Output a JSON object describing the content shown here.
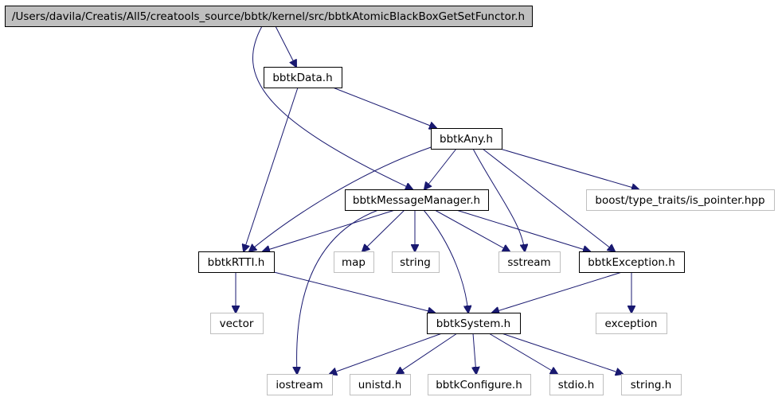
{
  "graph": {
    "colors": {
      "edge": "#191970",
      "root_fill": "#bfbfbf",
      "root_border": "#000000",
      "documented_border": "#000000",
      "external_border": "#bfbfbf",
      "text": "#000000"
    },
    "nodes": [
      {
        "id": "root",
        "label": "/Users/davila/Creatis/All5/creatools_source/bbtk/kernel/src/bbtkAtomicBlackBoxGetSetFunctor.h",
        "kind": "root"
      },
      {
        "id": "data",
        "label": "bbtkData.h",
        "kind": "documented"
      },
      {
        "id": "any",
        "label": "bbtkAny.h",
        "kind": "documented"
      },
      {
        "id": "msg",
        "label": "bbtkMessageManager.h",
        "kind": "documented"
      },
      {
        "id": "boost",
        "label": "boost/type_traits/is_pointer.hpp",
        "kind": "external"
      },
      {
        "id": "rtti",
        "label": "bbtkRTTI.h",
        "kind": "documented"
      },
      {
        "id": "map",
        "label": "map",
        "kind": "external"
      },
      {
        "id": "string",
        "label": "string",
        "kind": "external"
      },
      {
        "id": "sstream",
        "label": "sstream",
        "kind": "external"
      },
      {
        "id": "exc",
        "label": "bbtkException.h",
        "kind": "documented"
      },
      {
        "id": "vector",
        "label": "vector",
        "kind": "external"
      },
      {
        "id": "sys",
        "label": "bbtkSystem.h",
        "kind": "documented"
      },
      {
        "id": "exception",
        "label": "exception",
        "kind": "external"
      },
      {
        "id": "iostream",
        "label": "iostream",
        "kind": "external"
      },
      {
        "id": "unistd",
        "label": "unistd.h",
        "kind": "external"
      },
      {
        "id": "config",
        "label": "bbtkConfigure.h",
        "kind": "external"
      },
      {
        "id": "stdio",
        "label": "stdio.h",
        "kind": "external"
      },
      {
        "id": "stringh",
        "label": "string.h",
        "kind": "external"
      }
    ],
    "edges": [
      {
        "from": "root",
        "to": "data"
      },
      {
        "from": "root",
        "to": "msg"
      },
      {
        "from": "data",
        "to": "any"
      },
      {
        "from": "data",
        "to": "rtti"
      },
      {
        "from": "any",
        "to": "msg"
      },
      {
        "from": "any",
        "to": "rtti"
      },
      {
        "from": "any",
        "to": "boost"
      },
      {
        "from": "any",
        "to": "sstream"
      },
      {
        "from": "any",
        "to": "exc"
      },
      {
        "from": "msg",
        "to": "rtti"
      },
      {
        "from": "msg",
        "to": "map"
      },
      {
        "from": "msg",
        "to": "string"
      },
      {
        "from": "msg",
        "to": "sstream"
      },
      {
        "from": "msg",
        "to": "exc"
      },
      {
        "from": "msg",
        "to": "sys"
      },
      {
        "from": "msg",
        "to": "iostream"
      },
      {
        "from": "rtti",
        "to": "vector"
      },
      {
        "from": "rtti",
        "to": "sys"
      },
      {
        "from": "exc",
        "to": "sys"
      },
      {
        "from": "exc",
        "to": "exception"
      },
      {
        "from": "sys",
        "to": "iostream"
      },
      {
        "from": "sys",
        "to": "unistd"
      },
      {
        "from": "sys",
        "to": "config"
      },
      {
        "from": "sys",
        "to": "stdio"
      },
      {
        "from": "sys",
        "to": "stringh"
      }
    ]
  }
}
